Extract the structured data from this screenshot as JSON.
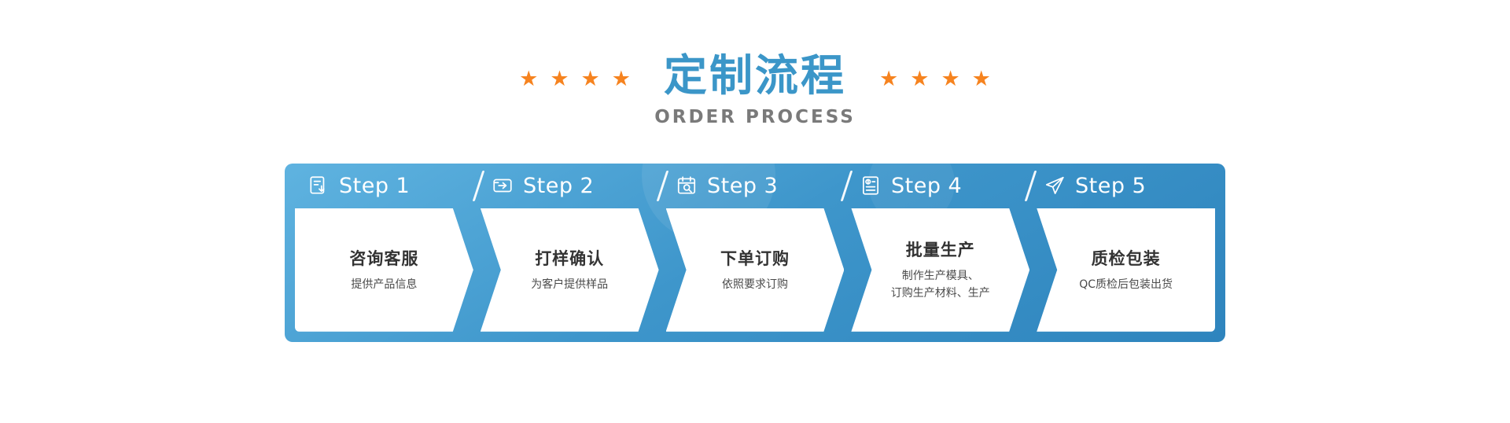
{
  "header": {
    "title": "定制流程",
    "subtitle": "ORDER PROCESS",
    "star": "★",
    "stars_per_side": 4,
    "title_color": "#3b96c8",
    "subtitle_color": "#7a7a7a",
    "star_color": "#f6831f"
  },
  "process": {
    "container_color_top": "#5fb3e0",
    "container_color_bottom": "#2e84bd",
    "panel_color": "#ffffff",
    "steps": [
      {
        "label": "Step 1",
        "icon": "document-download-icon",
        "title": "咨询客服",
        "desc_lines": [
          "提供产品信息"
        ]
      },
      {
        "label": "Step 2",
        "icon": "wallet-transfer-icon",
        "title": "打样确认",
        "desc_lines": [
          "为客户提供样品"
        ]
      },
      {
        "label": "Step 3",
        "icon": "calendar-search-icon",
        "title": "下单订购",
        "desc_lines": [
          "依照要求订购"
        ]
      },
      {
        "label": "Step 4",
        "icon": "invoice-icon",
        "title": "批量生产",
        "desc_lines": [
          "制作生产模具、",
          "订购生产材料、生产"
        ]
      },
      {
        "label": "Step 5",
        "icon": "paper-plane-icon",
        "title": "质检包装",
        "desc_lines": [
          "QC质检后包装出货"
        ]
      }
    ]
  }
}
